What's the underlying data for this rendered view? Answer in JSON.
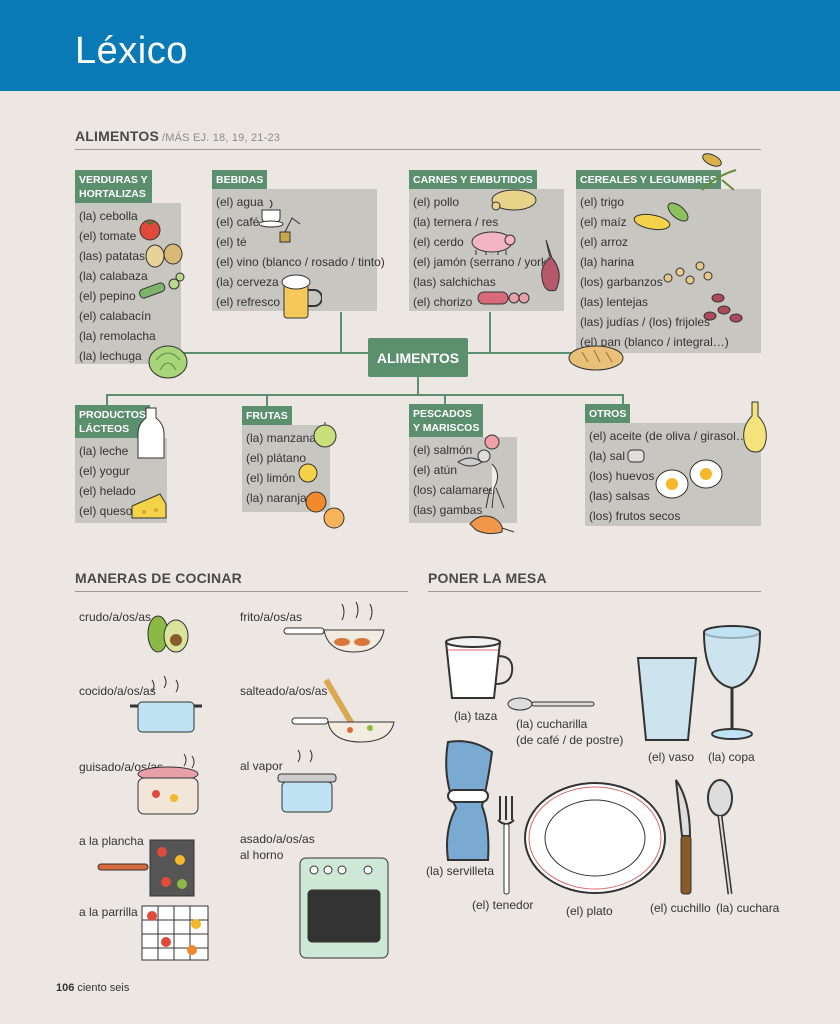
{
  "header": {
    "title": "Léxico"
  },
  "alimentos": {
    "title": "ALIMENTOS",
    "subtitle": "/MÁS EJ. 18, 19, 21-23",
    "center": "ALIMENTOS",
    "verduras": {
      "label1": "VERDURAS Y",
      "label2": "HORTALIZAS",
      "items": [
        "(la) cebolla",
        "(el) tomate",
        "(las) patatas",
        "(la) calabaza",
        "(el) pepino",
        "(el) calabacín",
        "(la) remolacha",
        "(la) lechuga"
      ]
    },
    "bebidas": {
      "label": "BEBIDAS",
      "items": [
        "(el) agua",
        "(el) café",
        "(el) té",
        "(el) vino (blanco / rosado / tinto)",
        "(la) cerveza",
        "(el) refresco"
      ]
    },
    "carnes": {
      "label": "CARNES Y EMBUTIDOS",
      "items": [
        "(el) pollo",
        "(la) ternera / res",
        "(el) cerdo",
        "(el) jamón (serrano / york)",
        "(las) salchichas",
        "(el) chorizo"
      ]
    },
    "cereales": {
      "label": "CEREALES Y LEGUMBRES",
      "items": [
        "(el) trigo",
        "(el) maíz",
        "(el) arroz",
        "(la) harina",
        "(los) garbanzos",
        "(las) lentejas",
        "(las) judías / (los) frijoles",
        "(el) pan (blanco / integral…)"
      ]
    },
    "lacteos": {
      "label1": "PRODUCTOS",
      "label2": "LÁCTEOS",
      "items": [
        "(la) leche",
        "(el) yogur",
        "(el) helado",
        "(el) queso"
      ]
    },
    "frutas": {
      "label": "FRUTAS",
      "items": [
        "(la) manzana",
        "(el) plátano",
        "(el) limón",
        "(la) naranja"
      ]
    },
    "pescados": {
      "label1": "PESCADOS",
      "label2": "Y MARISCOS",
      "items": [
        "(el) salmón",
        "(el) atún",
        "(los) calamares",
        "(las) gambas"
      ]
    },
    "otros": {
      "label": "OTROS",
      "items": [
        "(el) aceite (de oliva / girasol…)",
        "(la) sal",
        "(los) huevos",
        "(las) salsas",
        "(los) frutos secos"
      ]
    }
  },
  "cocinar": {
    "title": "MANERAS DE COCINAR",
    "crudo": "crudo/a/os/as",
    "cocido": "cocido/a/os/as",
    "guisado": "guisado/a/os/as",
    "plancha": "a la plancha",
    "parrilla": "a la parrilla",
    "frito": "frito/a/os/as",
    "salteado": "salteado/a/os/as",
    "vapor": "al vapor",
    "asado1": "asado/a/os/as",
    "asado2": "al horno"
  },
  "mesa": {
    "title": "PONER LA MESA",
    "taza": "(la) taza",
    "cucharilla1": "(la) cucharilla",
    "cucharilla2": "(de café / de postre)",
    "vaso": "(el) vaso",
    "copa": "(la) copa",
    "servilleta": "(la) servilleta",
    "tenedor": "(el) tenedor",
    "plato": "(el) plato",
    "cuchillo": "(el) cuchillo",
    "cuchara": "(la) cuchara"
  },
  "footer": {
    "number": "106",
    "text": "ciento seis"
  }
}
